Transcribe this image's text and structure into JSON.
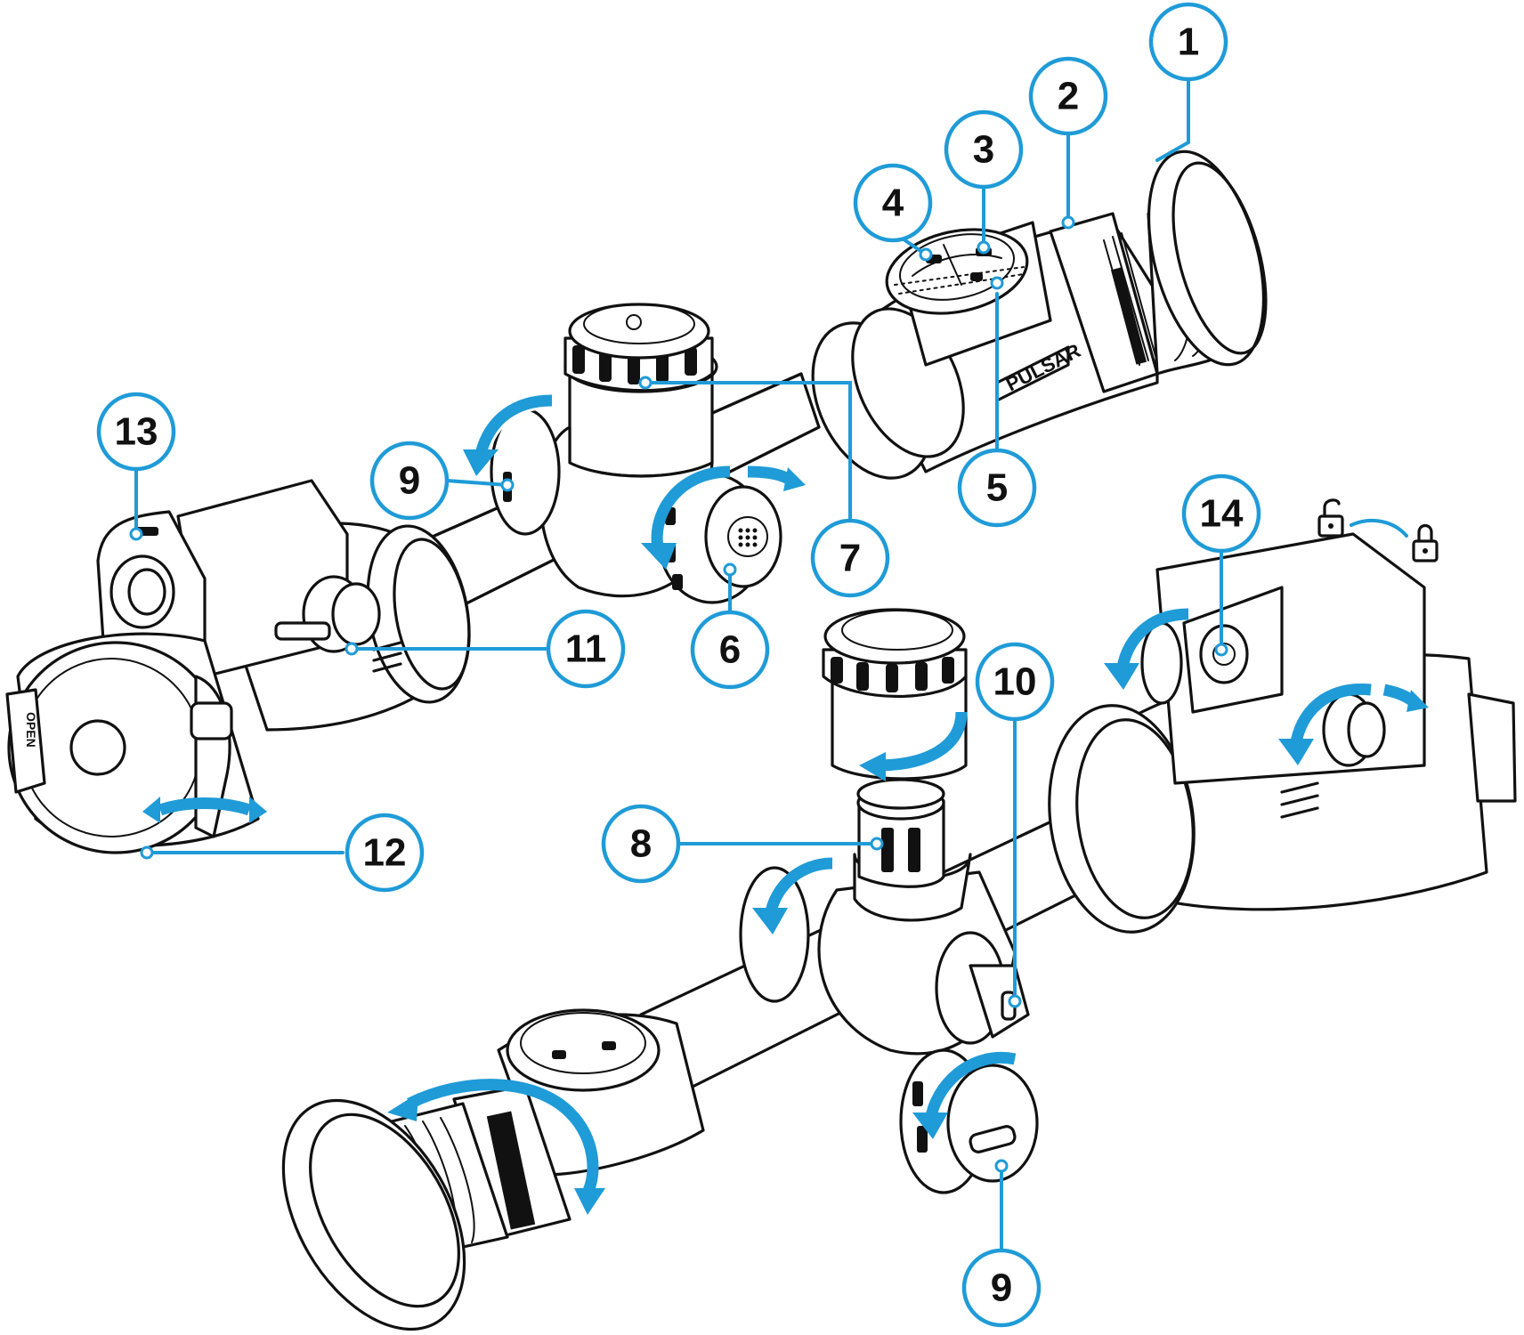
{
  "diagram": {
    "brand_text": "PULSAR",
    "callouts": [
      {
        "id": "c1",
        "number": "1"
      },
      {
        "id": "c2",
        "number": "2"
      },
      {
        "id": "c3",
        "number": "3"
      },
      {
        "id": "c4",
        "number": "4"
      },
      {
        "id": "c5",
        "number": "5"
      },
      {
        "id": "c6",
        "number": "6"
      },
      {
        "id": "c7a",
        "number": "7"
      },
      {
        "id": "c7b",
        "number": "7"
      },
      {
        "id": "c8",
        "number": "8"
      },
      {
        "id": "c9a",
        "number": "9"
      },
      {
        "id": "c9b",
        "number": "9"
      },
      {
        "id": "c10",
        "number": "10"
      },
      {
        "id": "c11",
        "number": "11"
      },
      {
        "id": "c12",
        "number": "12"
      },
      {
        "id": "c13",
        "number": "13"
      },
      {
        "id": "c14",
        "number": "14"
      }
    ],
    "cover_text": "OPEN",
    "colors": {
      "accent": "#1f9bd7",
      "ink": "#111111",
      "background": "#ffffff"
    },
    "icons": [
      "unlock-icon",
      "lock-icon",
      "rotate-arrow-icon"
    ]
  }
}
